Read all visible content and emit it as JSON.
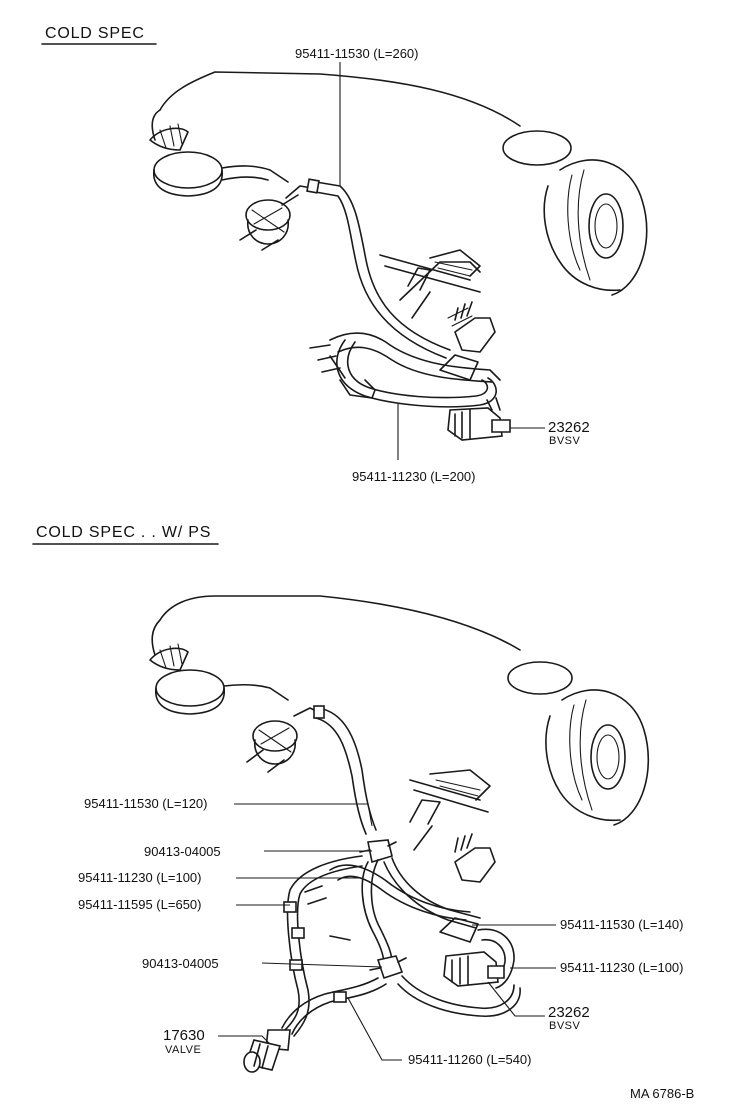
{
  "section1": {
    "title": "COLD SPEC",
    "hose_top": "95411-11530 (L=260)",
    "hose_bottom": "95411-11230 (L=200)",
    "bvsv_part": "23262",
    "bvsv_name": "BVSV"
  },
  "section2": {
    "title": "COLD SPEC . . W/ PS",
    "hose_120": "95411-11530 (L=120)",
    "union_a": "90413-04005",
    "hose_100a": "95411-11230 (L=100)",
    "hose_650": "95411-11595 (L=650)",
    "union_b": "90413-04005",
    "valve_part": "17630",
    "valve_name": "VALVE",
    "hose_540": "95411-11260 (L=540)",
    "hose_140": "95411-11530 (L=140)",
    "hose_100b": "95411-11230 (L=100)",
    "bvsv_part": "23262",
    "bvsv_name": "BVSV"
  },
  "figure_code": "MA  6786-B"
}
